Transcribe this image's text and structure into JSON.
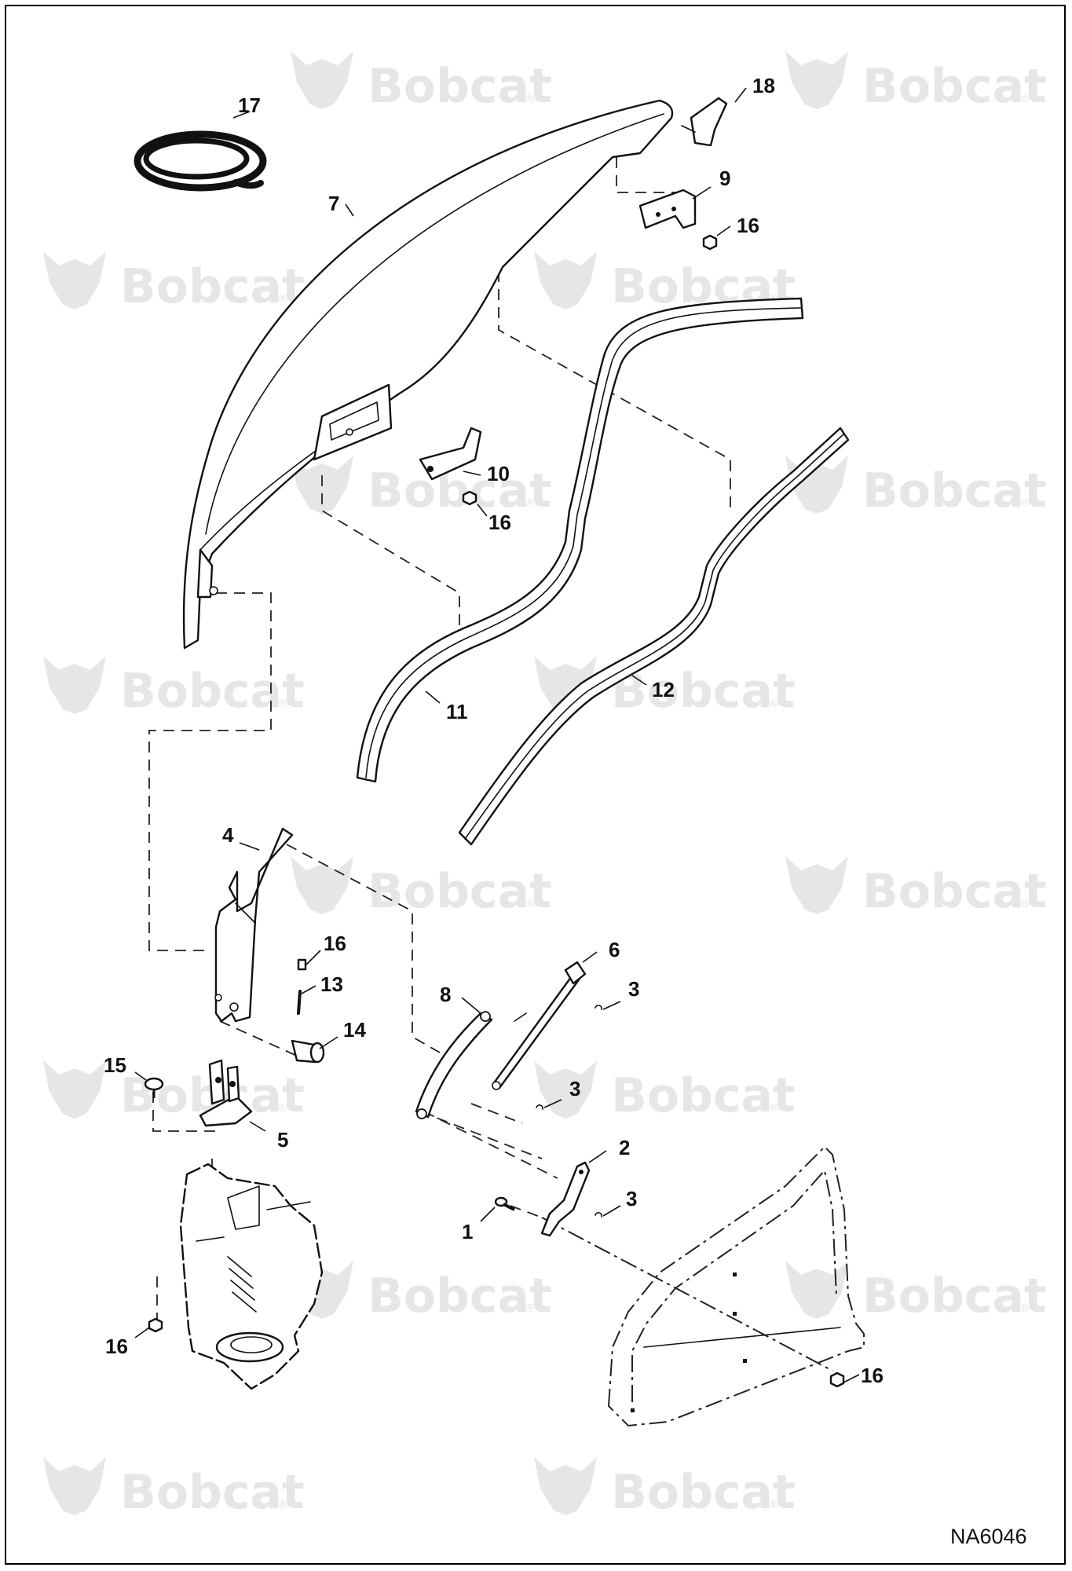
{
  "watermark": {
    "brand": "Bobcat",
    "registered_mark": "®"
  },
  "figure_id": "NA6046",
  "callouts": [
    {
      "id": "c1",
      "label": "1"
    },
    {
      "id": "c2",
      "label": "2"
    },
    {
      "id": "c3a",
      "label": "3"
    },
    {
      "id": "c3b",
      "label": "3"
    },
    {
      "id": "c3c",
      "label": "3"
    },
    {
      "id": "c4",
      "label": "4"
    },
    {
      "id": "c5",
      "label": "5"
    },
    {
      "id": "c6",
      "label": "6"
    },
    {
      "id": "c7",
      "label": "7"
    },
    {
      "id": "c8",
      "label": "8"
    },
    {
      "id": "c9",
      "label": "9"
    },
    {
      "id": "c10",
      "label": "10"
    },
    {
      "id": "c11",
      "label": "11"
    },
    {
      "id": "c12",
      "label": "12"
    },
    {
      "id": "c13",
      "label": "13"
    },
    {
      "id": "c14",
      "label": "14"
    },
    {
      "id": "c15",
      "label": "15"
    },
    {
      "id": "c16a",
      "label": "16"
    },
    {
      "id": "c16b",
      "label": "16"
    },
    {
      "id": "c16c",
      "label": "16"
    },
    {
      "id": "c16d",
      "label": "16"
    },
    {
      "id": "c16e",
      "label": "16"
    },
    {
      "id": "c17",
      "label": "17"
    },
    {
      "id": "c18",
      "label": "18"
    }
  ],
  "colors": {
    "line": "#111111",
    "watermark": "#e6e6e6",
    "background": "#ffffff"
  }
}
